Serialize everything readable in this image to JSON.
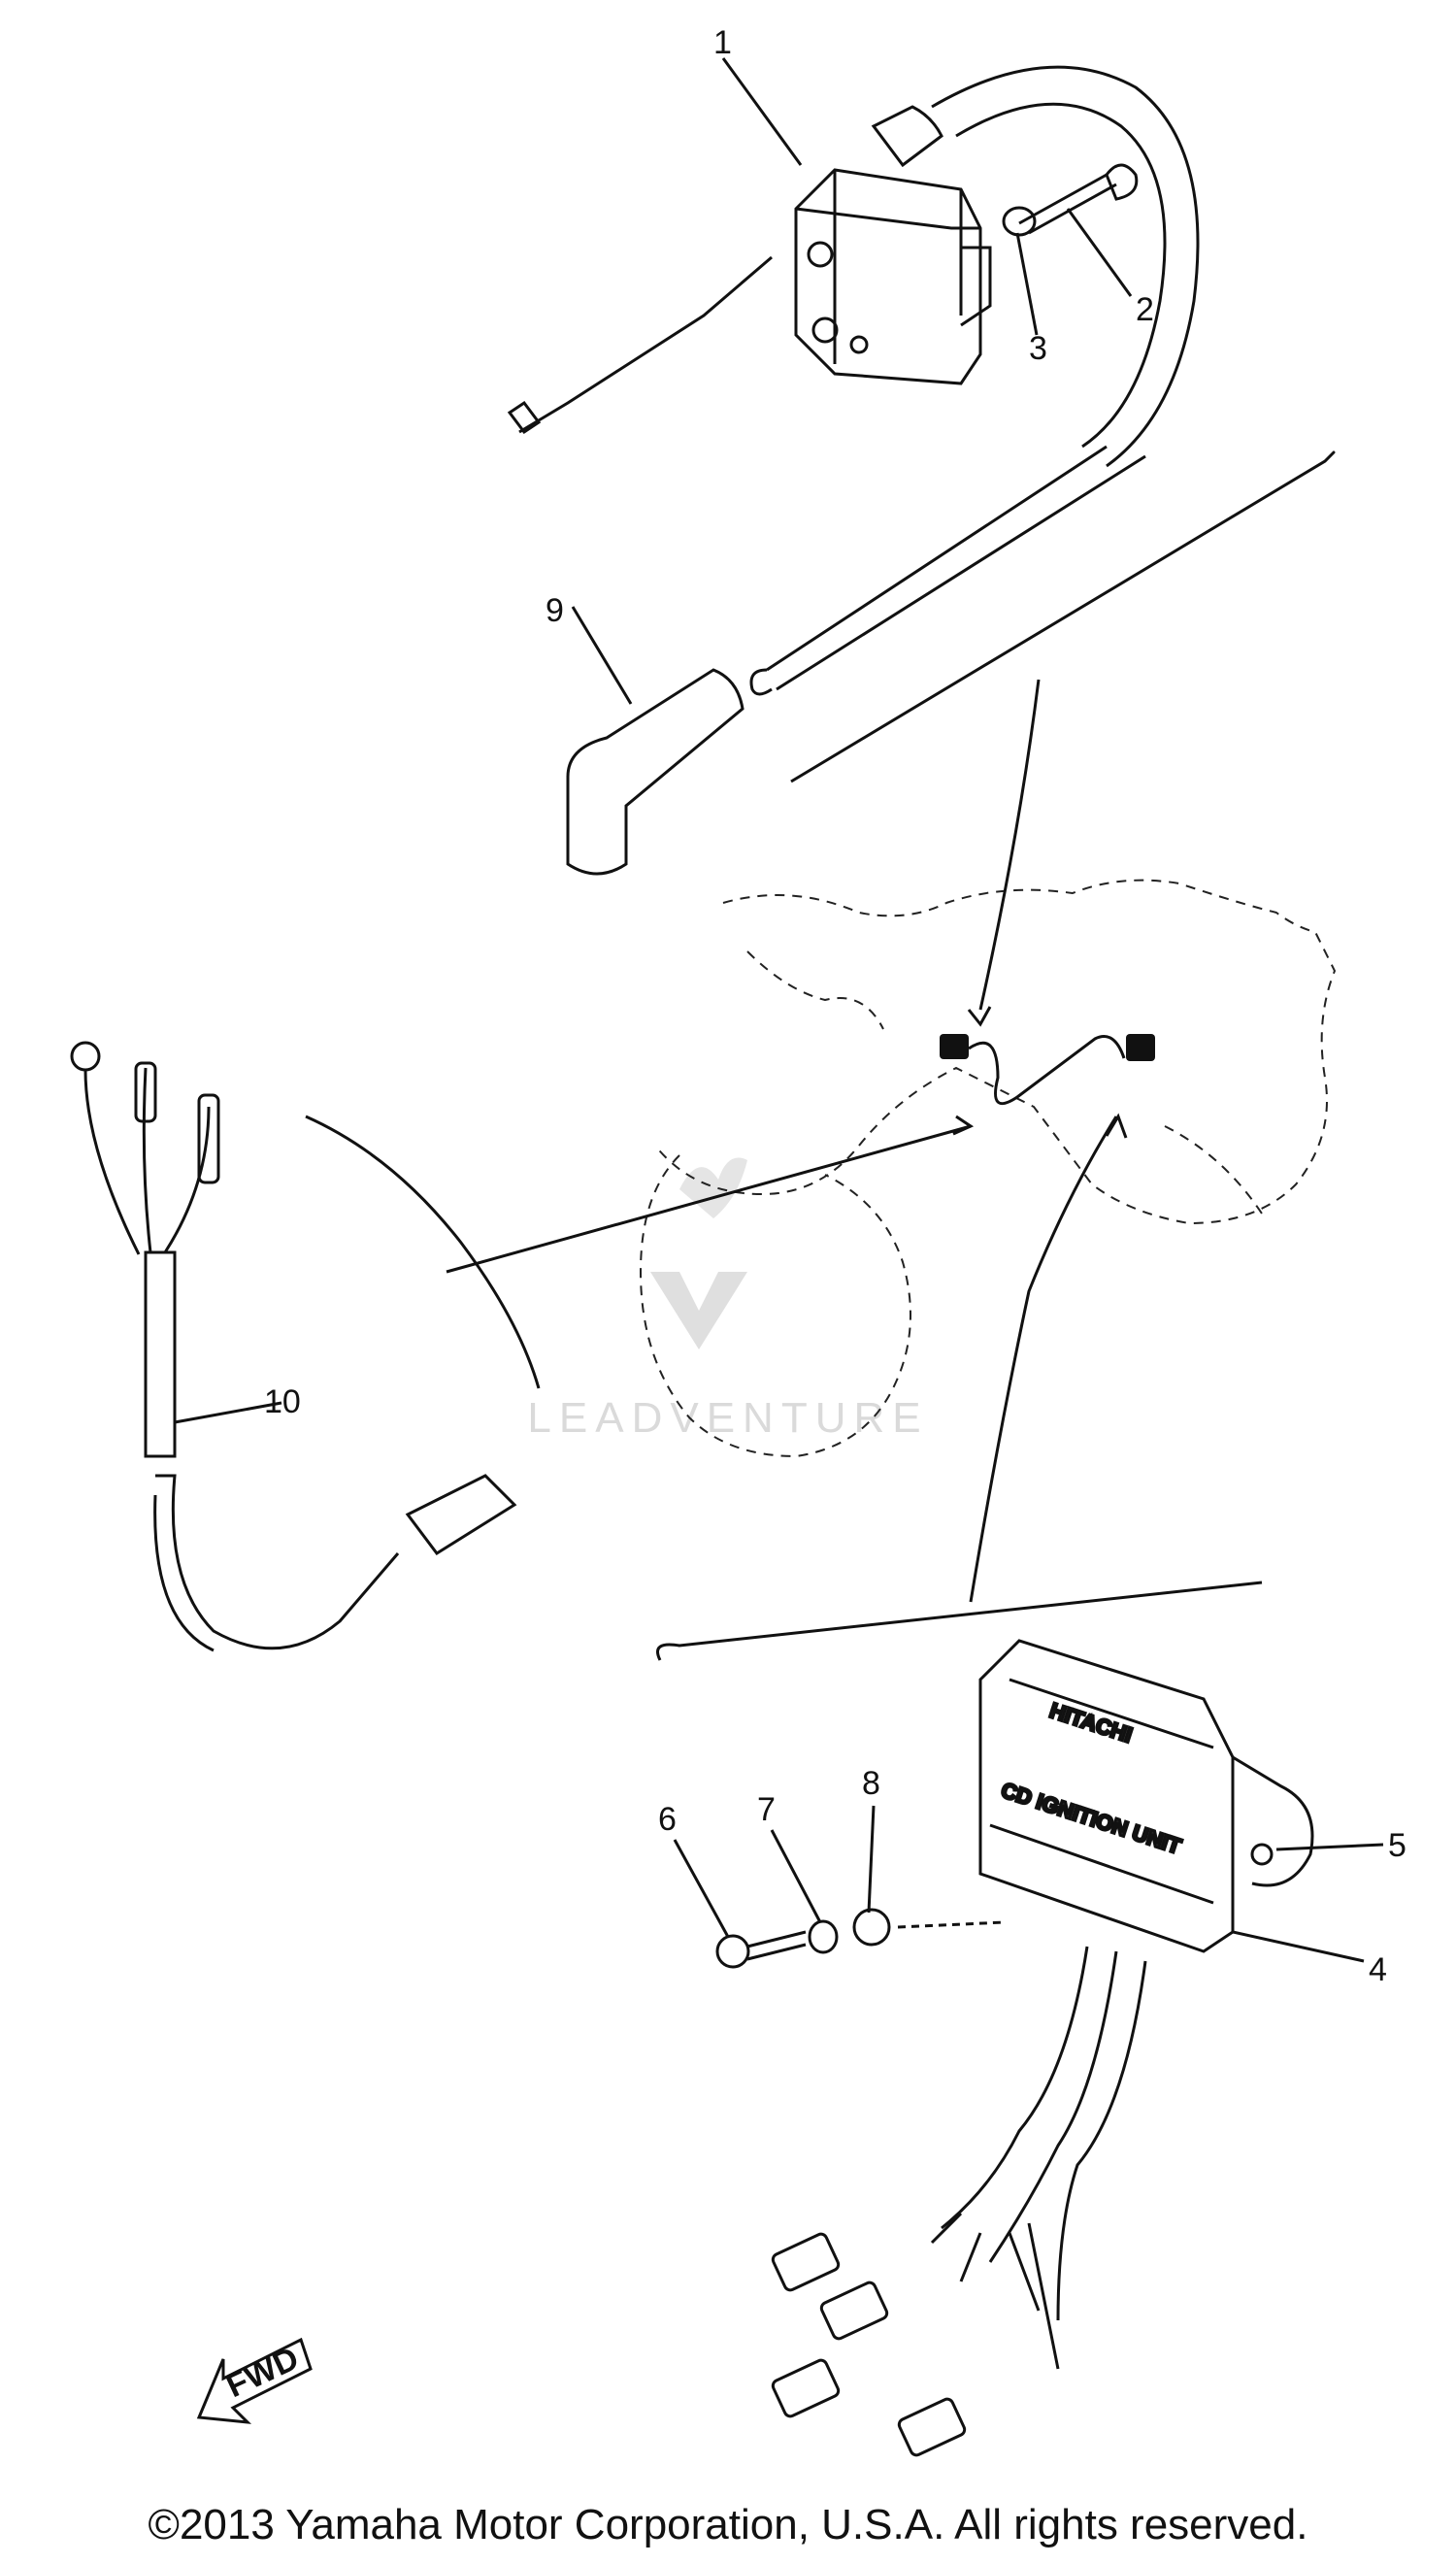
{
  "diagram": {
    "callouts": [
      "1",
      "2",
      "3",
      "4",
      "5",
      "6",
      "7",
      "8",
      "9",
      "10"
    ],
    "fwd_label": "FWD",
    "unit_label": "CD IGNITION UNIT",
    "unit_brand": "HITACHI",
    "watermark": "LEADVENTURE"
  },
  "footer": {
    "copyright": "©2013 Yamaha Motor Corporation, U.S.A. All rights reserved."
  }
}
